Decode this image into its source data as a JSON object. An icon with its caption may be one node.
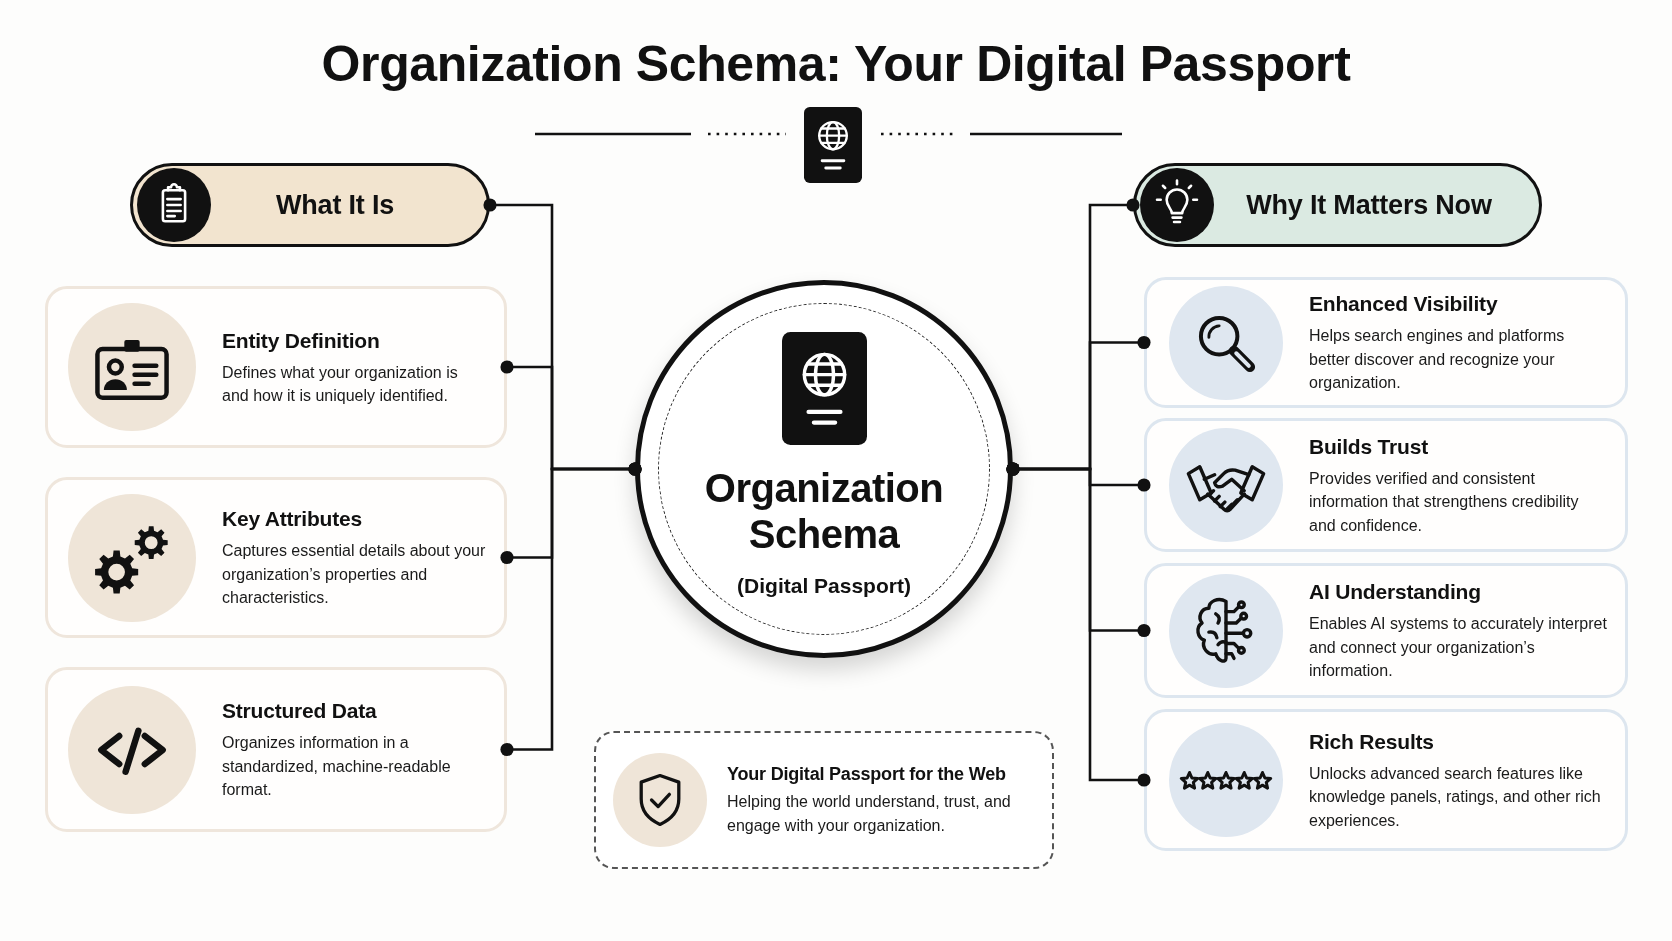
{
  "diagram": {
    "title": "Organization Schema: Your Digital Passport",
    "nodes": [
      {
        "text": [
          "What It Is"
        ]
      },
      {
        "text": [
          "Entity Definition",
          "Defines what your organization is and how it is uniquely identified."
        ]
      },
      {
        "text": [
          "Key Attributes",
          "Captures essential details about your organization’s properties and characteristics."
        ]
      },
      {
        "text": [
          "Structured Data",
          "Organizes information in a standardized, machine-readable format."
        ]
      },
      {
        "text": [
          "Organization Schema",
          "(Digital Passport)"
        ]
      },
      {
        "text": [
          "Why It Matters Now"
        ]
      },
      {
        "text": [
          "Enhanced Visibility",
          "Helps search engines and platforms better discover and recognize your organization."
        ]
      },
      {
        "text": [
          "Builds Trust",
          "Provides verified and consistent information that strengthens credibility and confidence."
        ]
      },
      {
        "text": [
          "AI Understanding",
          "Enables AI systems to accurately interpret and connect your organization’s information."
        ]
      },
      {
        "text": [
          "Rich Results",
          "Unlocks advanced search features like knowledge panels, ratings, and other rich experiences."
        ]
      },
      {
        "text": [
          "Your Digital Passport for the Web",
          "Helping the world understand, trust, and engage with your organization."
        ]
      }
    ],
    "edges": [
      {
        "from": 4,
        "to": 0,
        "arrow": "other"
      },
      {
        "from": 4,
        "to": 1,
        "arrow": "other"
      },
      {
        "from": 4,
        "to": 2,
        "arrow": "other"
      },
      {
        "from": 4,
        "to": 3,
        "arrow": "other"
      },
      {
        "from": 4,
        "to": 5,
        "arrow": "other"
      },
      {
        "from": 4,
        "to": 6,
        "arrow": "other"
      },
      {
        "from": 4,
        "to": 7,
        "arrow": "other"
      },
      {
        "from": 4,
        "to": 8,
        "arrow": "other"
      },
      {
        "from": 4,
        "to": 9,
        "arrow": "other"
      }
    ]
  }
}
